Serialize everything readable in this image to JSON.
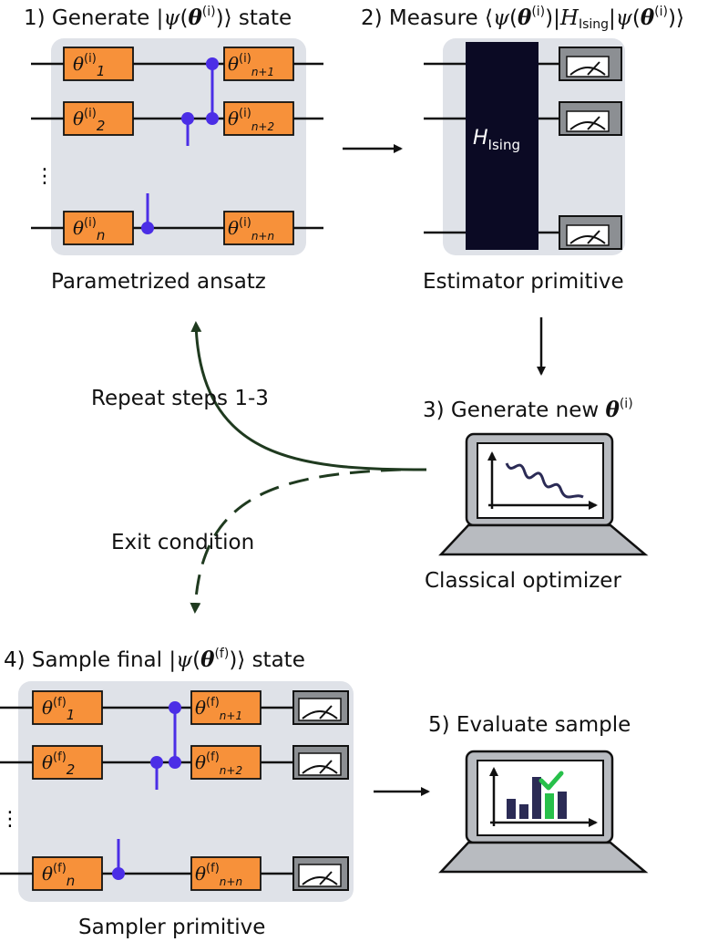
{
  "steps": {
    "step1": {
      "prefix": "1) Generate |",
      "psi": "ψ",
      "open": "(",
      "theta": "θ",
      "sup": "(i)",
      "close": ")⟩",
      "suffix": " state"
    },
    "step2": {
      "prefix": "2) Measure ⟨",
      "psi": "ψ",
      "open": "(",
      "theta": "θ",
      "sup": "(i)",
      "mid": ")|",
      "h": "H",
      "hsub": "Ising",
      "bar": "|",
      "psi2": "ψ",
      "open2": "(",
      "theta2": "θ",
      "sup2": "(i)",
      "close": ")⟩"
    },
    "step3": {
      "prefix": "3) Generate new ",
      "theta": "θ",
      "sup": "(i)"
    },
    "step4": {
      "prefix": "4) Sample final |",
      "psi": "ψ",
      "open": "(",
      "theta": "θ",
      "sup": "(f)",
      "close": ")⟩",
      "suffix": " state"
    },
    "step5": {
      "text": "5) Evaluate sample"
    }
  },
  "captions": {
    "ansatz": "Parametrized ansatz",
    "estimator": "Estimator primitive",
    "optimizer": "Classical optimizer",
    "sampler": "Sampler primitive",
    "repeat": "Repeat steps 1-3",
    "exit": "Exit condition"
  },
  "gates_i": [
    {
      "theta": "θ",
      "sup": "(i)",
      "sub": "1"
    },
    {
      "theta": "θ",
      "sup": "(i)",
      "sub": "2"
    },
    {
      "theta": "θ",
      "sup": "(i)",
      "sub": "n"
    },
    {
      "theta": "θ",
      "sup": "(i)",
      "sub": "n+1"
    },
    {
      "theta": "θ",
      "sup": "(i)",
      "sub": "n+2"
    },
    {
      "theta": "θ",
      "sup": "(i)",
      "sub": "n+n"
    }
  ],
  "gates_f": [
    {
      "theta": "θ",
      "sup": "(f)",
      "sub": "1"
    },
    {
      "theta": "θ",
      "sup": "(f)",
      "sub": "2"
    },
    {
      "theta": "θ",
      "sup": "(f)",
      "sub": "n"
    },
    {
      "theta": "θ",
      "sup": "(f)",
      "sub": "n+1"
    },
    {
      "theta": "θ",
      "sup": "(f)",
      "sub": "n+2"
    },
    {
      "theta": "θ",
      "sup": "(f)",
      "sub": "n+n"
    }
  ],
  "hamiltonian": {
    "h": "H",
    "sub": "Ising"
  },
  "ellipsis": "⋮",
  "colors": {
    "gate_fill": "#f7913a",
    "panel_bg": "#dfe2e8",
    "control": "#4b2ee6",
    "hamiltonian": "#0b0a24",
    "meter_fill": "#8c8f93",
    "laptop_body": "#b8bbc0",
    "loop_arrow": "#1f3a1f",
    "checkmark": "#27c04a",
    "bar_dark": "#2b2b55"
  }
}
